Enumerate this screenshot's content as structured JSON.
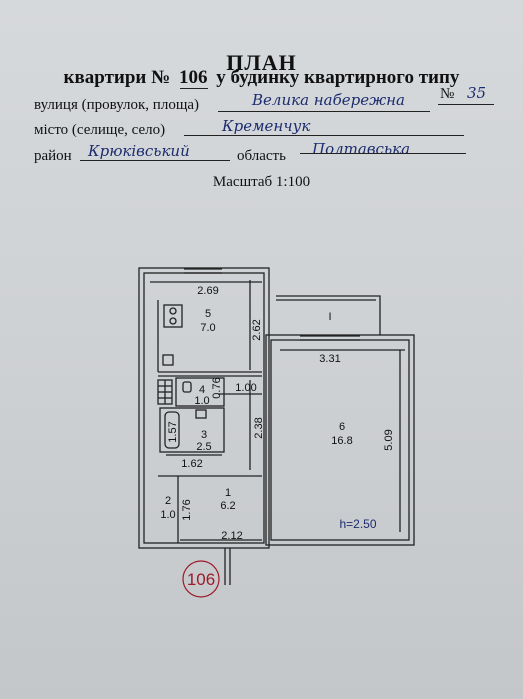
{
  "header": {
    "title": "ПЛАН",
    "subtitle_prefix": "квартири №",
    "apartment_no": "106",
    "subtitle_suffix": "у будинку квартирного типу"
  },
  "address": {
    "street_label": "вулиця (провулок, площа)",
    "street_value": "Велика набережна",
    "house_label": "№",
    "house_value": "35",
    "city_label": "місто (селище, село)",
    "city_value": "Кременчук",
    "district_label": "район",
    "district_value": "Крюківський",
    "region_label": "область",
    "region_value": "Полтавська"
  },
  "scale": "Масштаб  1:100",
  "plan": {
    "rooms": [
      {
        "number": "5",
        "area": "7.0"
      },
      {
        "number": "6",
        "area": "16.8"
      },
      {
        "number": "4",
        "area": "1.0"
      },
      {
        "number": "3",
        "area": "2.5"
      },
      {
        "number": "2",
        "area": "1.0"
      },
      {
        "number": "1",
        "area": "6.2"
      },
      {
        "number": "I",
        "area": ""
      }
    ],
    "dimensions": {
      "d269": "2.69",
      "d262": "2.62",
      "d331": "3.31",
      "d100": "1.00",
      "d076": "0.76",
      "d157": "1.57",
      "d238": "2.38",
      "d509": "5.09",
      "d162": "1.62",
      "d176": "1.76",
      "d212": "2.12"
    },
    "ceiling_height": "h=2.50",
    "stamp_number": "106"
  }
}
